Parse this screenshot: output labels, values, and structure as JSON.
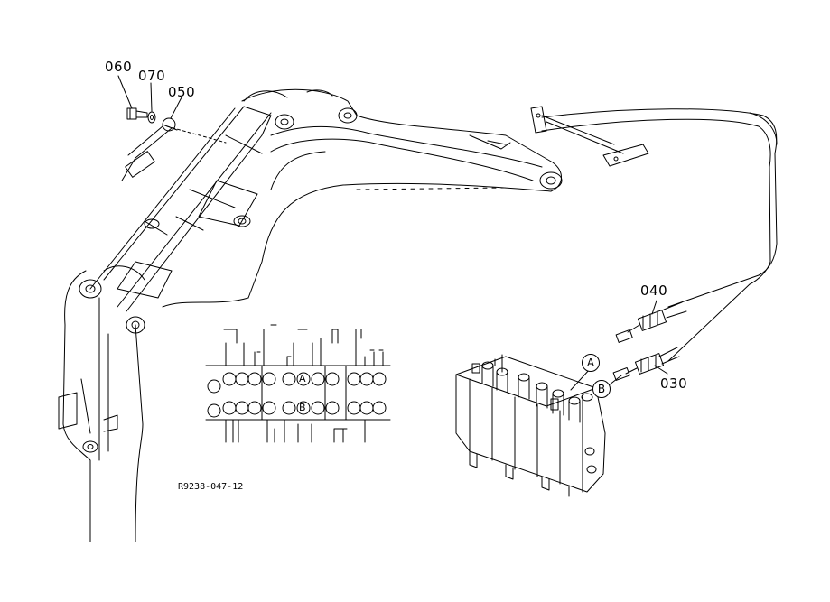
{
  "parts": {
    "p060": "060",
    "p070": "070",
    "p050": "050",
    "p040": "040",
    "p030": "030"
  },
  "ports": {
    "a": "A",
    "b": "B"
  },
  "drawing_code": "R9238-047-12",
  "colors": {
    "line": "#000000",
    "background": "#ffffff"
  }
}
